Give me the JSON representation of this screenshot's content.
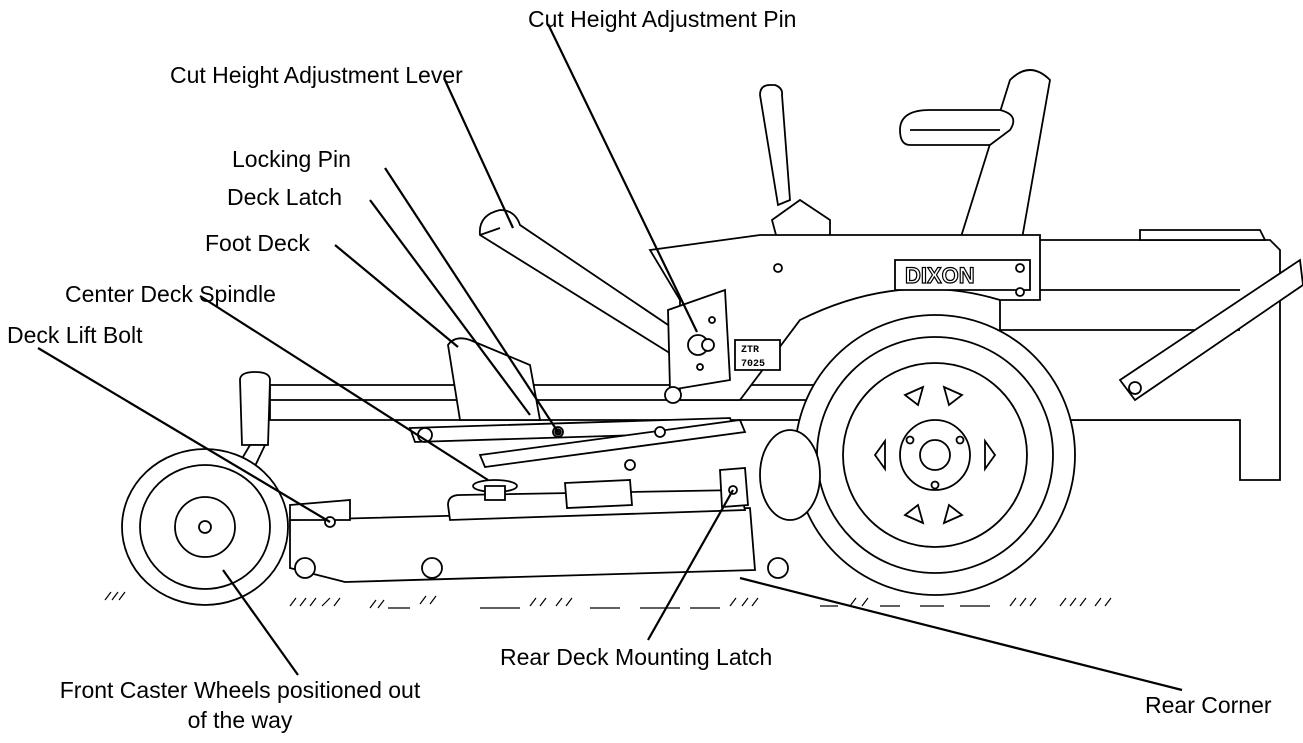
{
  "diagram": {
    "labels": {
      "cut_height_pin": "Cut Height Adjustment Pin",
      "cut_height_lever": "Cut Height Adjustment Lever",
      "locking_pin": "Locking Pin",
      "deck_latch": "Deck Latch",
      "foot_deck": "Foot Deck",
      "center_deck_spindle": "Center Deck Spindle",
      "deck_lift_bolt": "Deck Lift Bolt",
      "front_caster_wheels_line1": "Front Caster Wheels positioned out",
      "front_caster_wheels_line2": "of the way",
      "rear_deck_mounting_latch": "Rear Deck Mounting Latch",
      "rear_corner": "Rear Corner"
    },
    "decals": {
      "brand": "DIXON",
      "model_top": "ZTR",
      "model_bottom": "7025"
    }
  }
}
